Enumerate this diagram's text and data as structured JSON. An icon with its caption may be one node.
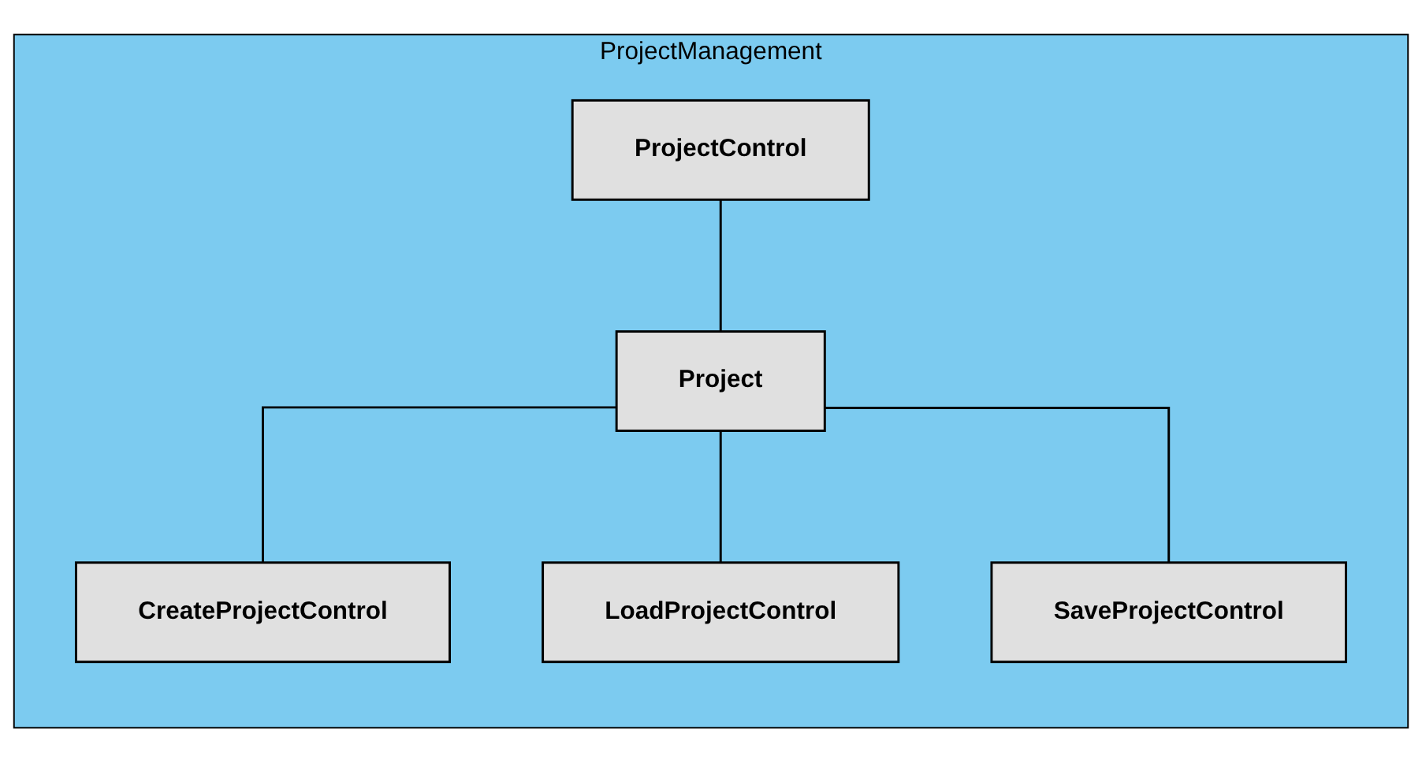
{
  "diagram": {
    "nodes": [
      {
        "text": [
          "ProjectManagement"
        ]
      },
      {
        "text": [
          "ProjectControl"
        ],
        "in": 0
      },
      {
        "text": [
          "CreateProjectControl"
        ],
        "in": 0
      },
      {
        "text": [
          "Project"
        ],
        "in": 0
      },
      {
        "text": [
          "LoadProjectControl"
        ],
        "in": 0
      },
      {
        "text": [
          "SaveProjectControl"
        ],
        "in": 0
      }
    ],
    "edges": [
      {
        "from": 1,
        "to": 3,
        "arrow": "none"
      },
      {
        "from": 3,
        "to": 2,
        "arrow": "none"
      },
      {
        "from": 3,
        "to": 4,
        "arrow": "none"
      },
      {
        "from": 3,
        "to": 5,
        "arrow": "none"
      }
    ]
  }
}
